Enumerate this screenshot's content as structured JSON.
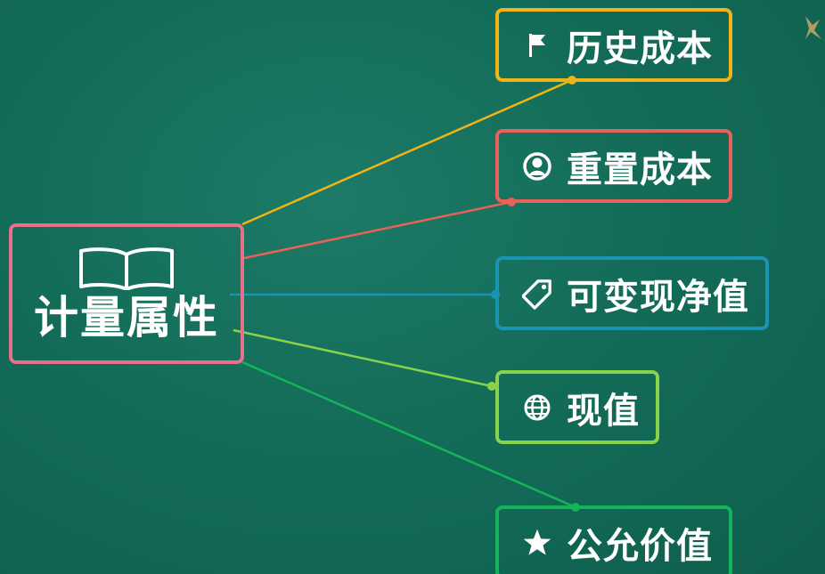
{
  "root": {
    "label": "计量属性",
    "icon": "open-book-icon",
    "color": "#e8708a"
  },
  "branches": [
    {
      "label": "历史成本",
      "icon": "flag-icon",
      "color": "#f0b416"
    },
    {
      "label": "重置成本",
      "icon": "user-circle-icon",
      "color": "#e8615a"
    },
    {
      "label": "可变现净值",
      "icon": "tag-icon",
      "color": "#1a94b4"
    },
    {
      "label": "现值",
      "icon": "globe-icon",
      "color": "#8ad24a"
    },
    {
      "label": "公允价值",
      "icon": "star-icon",
      "color": "#14b45a"
    }
  ],
  "background": {
    "color": "#136c58"
  }
}
